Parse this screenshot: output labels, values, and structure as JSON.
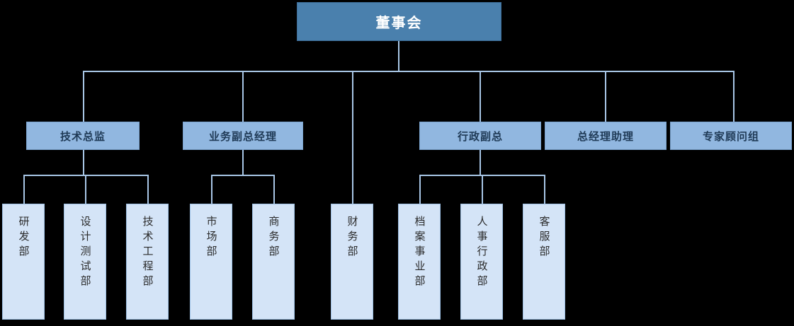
{
  "chart": {
    "type": "org-chart",
    "title": "董事会",
    "colors": {
      "root_fill": "#4a80ad",
      "root_text": "#ffffff",
      "level2_fill": "#91b7e0",
      "level2_text": "#1f3a56",
      "level3_fill": "#d4e4f7",
      "level3_text": "#2b2b2b",
      "connector": "#a8c6e6",
      "background": "#000000"
    },
    "root": {
      "label": "董事会",
      "level": 1
    },
    "level2": [
      {
        "id": "tech-director",
        "label": "技术总监"
      },
      {
        "id": "business-vp",
        "label": "业务副总经理"
      },
      {
        "id": "admin-vp",
        "label": "行政副总"
      },
      {
        "id": "gm-assistant",
        "label": "总经理助理"
      },
      {
        "id": "expert-group",
        "label": "专家顾问组"
      }
    ],
    "level3": [
      {
        "id": "rd-dept",
        "label": "研发部",
        "parent": "tech-director"
      },
      {
        "id": "design-test-dept",
        "label": "设计测试部",
        "parent": "tech-director"
      },
      {
        "id": "tech-eng-dept",
        "label": "技术工程部",
        "parent": "tech-director"
      },
      {
        "id": "market-dept",
        "label": "市场部",
        "parent": "business-vp"
      },
      {
        "id": "commerce-dept",
        "label": "商务部",
        "parent": "business-vp"
      },
      {
        "id": "finance-dept",
        "label": "财务部",
        "parent": "root"
      },
      {
        "id": "archive-dept",
        "label": "档案事业部",
        "parent": "admin-vp"
      },
      {
        "id": "hr-admin-dept",
        "label": "人事行政部",
        "parent": "admin-vp"
      },
      {
        "id": "service-dept",
        "label": "客服部",
        "parent": "admin-vp"
      }
    ]
  }
}
